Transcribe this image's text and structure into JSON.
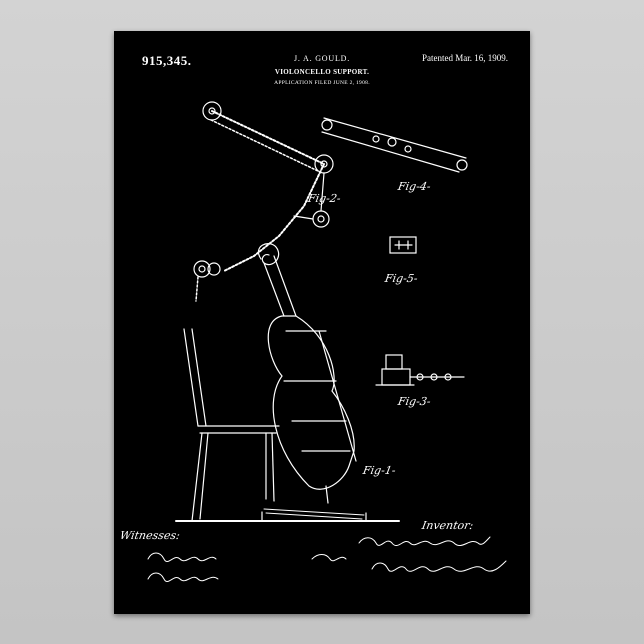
{
  "header": {
    "patent_number": "915,345.",
    "inventor_name": "J. A. GOULD.",
    "invention_title": "VIOLONCELLO SUPPORT.",
    "application_filed": "APPLICATION FILED JUNE 2, 1908.",
    "patented_date": "Patented Mar. 16, 1909."
  },
  "figures": {
    "fig1": "Fig-1-",
    "fig2": "Fig-2-",
    "fig3": "Fig-3-",
    "fig4": "Fig-4-",
    "fig5": "Fig-5-"
  },
  "footer": {
    "witnesses_label": "Witnesses:",
    "inventor_label": "Inventor:"
  },
  "colors": {
    "poster_background": "#000000",
    "wall_background": "#c9c9c9",
    "line_art": "#ffffff"
  }
}
